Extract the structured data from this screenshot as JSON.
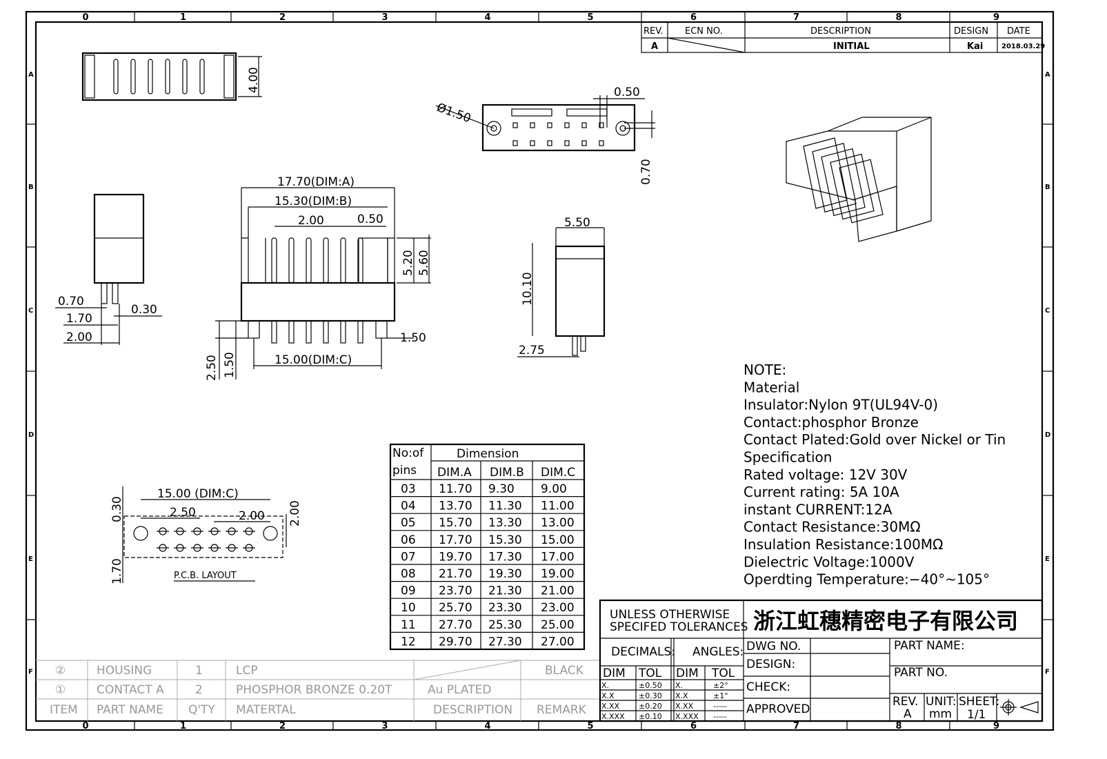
{
  "frame": {
    "cols": [
      "0",
      "1",
      "2",
      "3",
      "4",
      "5",
      "6",
      "7",
      "8",
      "9"
    ],
    "rows": [
      "A",
      "B",
      "C",
      "D",
      "E",
      "F"
    ]
  },
  "revision": {
    "headers": [
      "REV.",
      "ECN NO.",
      "DESCRIPTION",
      "DESIGN",
      "DATE"
    ],
    "row": {
      "rev": "A",
      "description": "INITIAL",
      "design": "Kai",
      "date": "2018.03.29"
    }
  },
  "dims": {
    "top_height": "4.00",
    "hole_dia": "Ø1.50",
    "hole_offset": "0.50",
    "hole_y": "0.70",
    "dim_a": "17.70(DIM:A)",
    "dim_b": "15.30(DIM:B)",
    "pitch": "2.00",
    "pin_w": "0.50",
    "h52": "5.20",
    "h56": "5.60",
    "pin_left": "1.50",
    "dim_c": "15.00(DIM:C)",
    "h250": "2.50",
    "h150": "1.50",
    "side_070": "0.70",
    "side_030": "0.30",
    "side_170": "1.70",
    "side_200": "2.00",
    "depth": "5.50",
    "height": "10.10",
    "tail": "2.75"
  },
  "pcb": {
    "title": "P.C.B. LAYOUT",
    "dim_c": "15.00 (DIM:C)",
    "pitch_a": "2.50",
    "pitch_b": "2.00",
    "h030": "0.30",
    "h200": "2.00",
    "h170": "1.70"
  },
  "dim_table": {
    "h1": "No:of",
    "h2": "pins",
    "group": "Dimension",
    "cols": [
      "DIM.A",
      "DIM.B",
      "DIM.C"
    ],
    "rows": [
      [
        "03",
        "11.70",
        "9.30",
        "9.00"
      ],
      [
        "04",
        "13.70",
        "11.30",
        "11.00"
      ],
      [
        "05",
        "15.70",
        "13.30",
        "13.00"
      ],
      [
        "06",
        "17.70",
        "15.30",
        "15.00"
      ],
      [
        "07",
        "19.70",
        "17.30",
        "17.00"
      ],
      [
        "08",
        "21.70",
        "19.30",
        "19.00"
      ],
      [
        "09",
        "23.70",
        "21.30",
        "21.00"
      ],
      [
        "10",
        "25.70",
        "23.30",
        "23.00"
      ],
      [
        "11",
        "27.70",
        "25.30",
        "25.00"
      ],
      [
        "12",
        "29.70",
        "27.30",
        "27.00"
      ]
    ]
  },
  "notes": [
    "NOTE:",
    "Material",
    "Insulator:Nylon 9T(UL94V-0)",
    "Contact:phosphor Bronze",
    "Contact Plated:Gold over Nickel or Tin",
    "Specification",
    "Rated voltage: 12V 30V",
    " Current rating: 5A 10A",
    "instant CURRENT:12A",
    "Contact Resistance:30MΩ",
    "Insulation Resistance:100MΩ",
    "Dielectric Voltage:1000V",
    "Operdting Temperature:−40°~105°"
  ],
  "bom": {
    "rows": [
      [
        "②",
        "HOUSING",
        "1",
        "LCP",
        "",
        "BLACK"
      ],
      [
        "①",
        "CONTACT A",
        "2",
        "PHOSPHOR BRONZE 0.20T",
        "Au PLATED",
        ""
      ]
    ],
    "headers": [
      "ITEM",
      "PART NAME",
      "Q'TY",
      "MATERTAL",
      "DESCRIPTION",
      "REMARK"
    ]
  },
  "title_block": {
    "tol1": "UNLESS OTHERWISE",
    "tol2": "SPECIFED TOLERANCES",
    "company": "浙江虹穗精密电子有限公司",
    "decimals": "DECIMALS:",
    "angles": "ANGLES:",
    "dim": "DIM",
    "tol": "TOL",
    "dec_rows": [
      [
        "X.",
        "±0.50"
      ],
      [
        "X.X",
        "±0.30"
      ],
      [
        "X.XX",
        "±0.20"
      ],
      [
        "X.XXX",
        "±0.10"
      ]
    ],
    "ang_rows": [
      [
        "X.",
        "±2°"
      ],
      [
        "X.X",
        "±1°"
      ],
      [
        "X.XX",
        "-----"
      ],
      [
        "X.XXX",
        "-----"
      ]
    ],
    "dwg_no": "DWG NO.",
    "design": "DESIGN:",
    "check": "CHECK:",
    "approved": "APPROVED",
    "part_name": "PART NAME:",
    "part_no": "PART NO.",
    "rev": "REV.",
    "rev_val": "A",
    "unit": "UNIT:",
    "unit_val": "mm",
    "sheet": "SHEET:",
    "sheet_val": "1/1"
  }
}
